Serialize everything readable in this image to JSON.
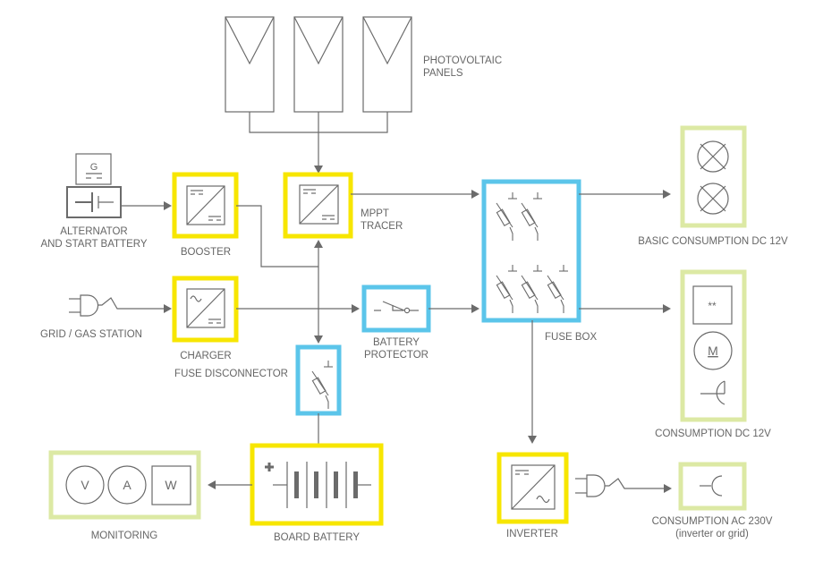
{
  "diagram": {
    "title": "Solar power system block diagram",
    "colors": {
      "converter_border": "#f7e600",
      "protection_border": "#5bc5ea",
      "consumer_border": "#dce9a4",
      "line": "#6b6b6b",
      "text": "#666666"
    },
    "labels": {
      "pv_line1": "PHOTOVOLTAIC",
      "pv_line2": "PANELS",
      "alternator_line1": "ALTERNATOR",
      "alternator_line2": "AND START BATTERY",
      "booster": "BOOSTER",
      "mppt_line1": "MPPT",
      "mppt_line2": "TRACER",
      "grid": "GRID / GAS STATION",
      "charger": "CHARGER",
      "battery_protector_line1": "BATTERY",
      "battery_protector_line2": "PROTECTOR",
      "fuse_box": "FUSE BOX",
      "fuse_disconnector": "FUSE DISCONNECTOR",
      "board_battery": "BOARD BATTERY",
      "monitoring": "MONITORING",
      "inverter": "INVERTER",
      "basic_consumption": "BASIC CONSUMPTION DC 12V",
      "consumption_dc": "CONSUMPTION DC 12V",
      "consumption_ac_line1": "CONSUMPTION AC 230V",
      "consumption_ac_line2": "(inverter or grid)"
    },
    "glyphs": {
      "generator": "G",
      "voltmeter": "V",
      "ammeter": "A",
      "wattmeter": "W",
      "motor": "M",
      "fridge": "**"
    },
    "nodes": [
      {
        "id": "pv-panels",
        "type": "source",
        "count": 3
      },
      {
        "id": "alternator",
        "type": "source"
      },
      {
        "id": "grid",
        "type": "source"
      },
      {
        "id": "booster",
        "type": "converter"
      },
      {
        "id": "mppt-tracer",
        "type": "converter"
      },
      {
        "id": "charger",
        "type": "converter"
      },
      {
        "id": "battery-protector",
        "type": "protection"
      },
      {
        "id": "fuse-box",
        "type": "protection"
      },
      {
        "id": "fuse-disconnector",
        "type": "protection"
      },
      {
        "id": "board-battery",
        "type": "storage"
      },
      {
        "id": "inverter",
        "type": "converter"
      },
      {
        "id": "monitoring",
        "type": "consumer"
      },
      {
        "id": "basic-consumption",
        "type": "consumer"
      },
      {
        "id": "consumption-dc",
        "type": "consumer"
      },
      {
        "id": "consumption-ac",
        "type": "consumer"
      }
    ],
    "edges": [
      [
        "pv-panels",
        "mppt-tracer"
      ],
      [
        "alternator",
        "booster"
      ],
      [
        "booster",
        "fuse-disconnector"
      ],
      [
        "grid",
        "charger"
      ],
      [
        "charger",
        "battery-protector"
      ],
      [
        "mppt-tracer",
        "fuse-box"
      ],
      [
        "battery-protector",
        "fuse-box"
      ],
      [
        "fuse-disconnector",
        "mppt-tracer"
      ],
      [
        "fuse-disconnector",
        "board-battery"
      ],
      [
        "board-battery",
        "monitoring"
      ],
      [
        "fuse-box",
        "basic-consumption"
      ],
      [
        "fuse-box",
        "consumption-dc"
      ],
      [
        "fuse-box",
        "inverter"
      ],
      [
        "inverter",
        "consumption-ac"
      ]
    ]
  }
}
